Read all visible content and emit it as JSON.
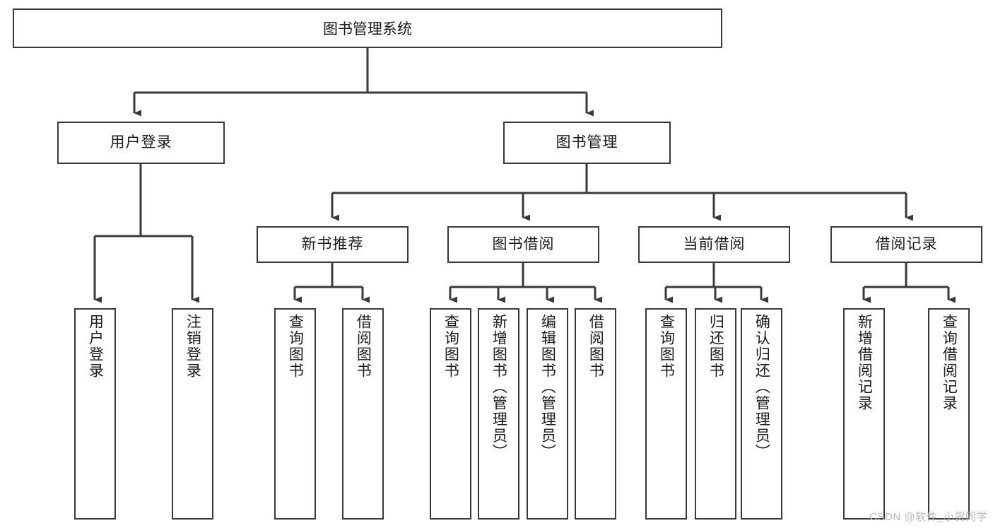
{
  "diagram": {
    "title": "图书管理系统",
    "type": "tree-hierarchy-diagram",
    "root": {
      "label": "图书管理系统"
    },
    "level2": [
      {
        "label": "用户登录"
      },
      {
        "label": "图书管理"
      }
    ],
    "level3": [
      {
        "label": "新书推荐"
      },
      {
        "label": "图书借阅"
      },
      {
        "label": "当前借阅"
      },
      {
        "label": "借阅记录"
      }
    ],
    "leaves": {
      "user_login": [
        {
          "label": "用户登录"
        },
        {
          "label": "注销登录"
        }
      ],
      "new_book_recommend": [
        {
          "label": "查询图书"
        },
        {
          "label": "借阅图书"
        }
      ],
      "book_borrow": [
        {
          "label": "查询图书"
        },
        {
          "label": "新增图书（管理员）"
        },
        {
          "label": "编辑图书（管理员）"
        },
        {
          "label": "借阅图书"
        }
      ],
      "current_borrow": [
        {
          "label": "查询图书"
        },
        {
          "label": "归还图书"
        },
        {
          "label": "确认归还（管理员）"
        }
      ],
      "borrow_record": [
        {
          "label": "新增借阅记录"
        },
        {
          "label": "查询借阅记录"
        }
      ]
    }
  },
  "watermark": {
    "text": "CSDN @软件_小贺同学"
  },
  "colors": {
    "box_border": "#3a3a3a",
    "background": "#ffffff",
    "text": "#1a1a1a",
    "connector": "#3a3a3a",
    "watermark": "#b9b9b9"
  }
}
